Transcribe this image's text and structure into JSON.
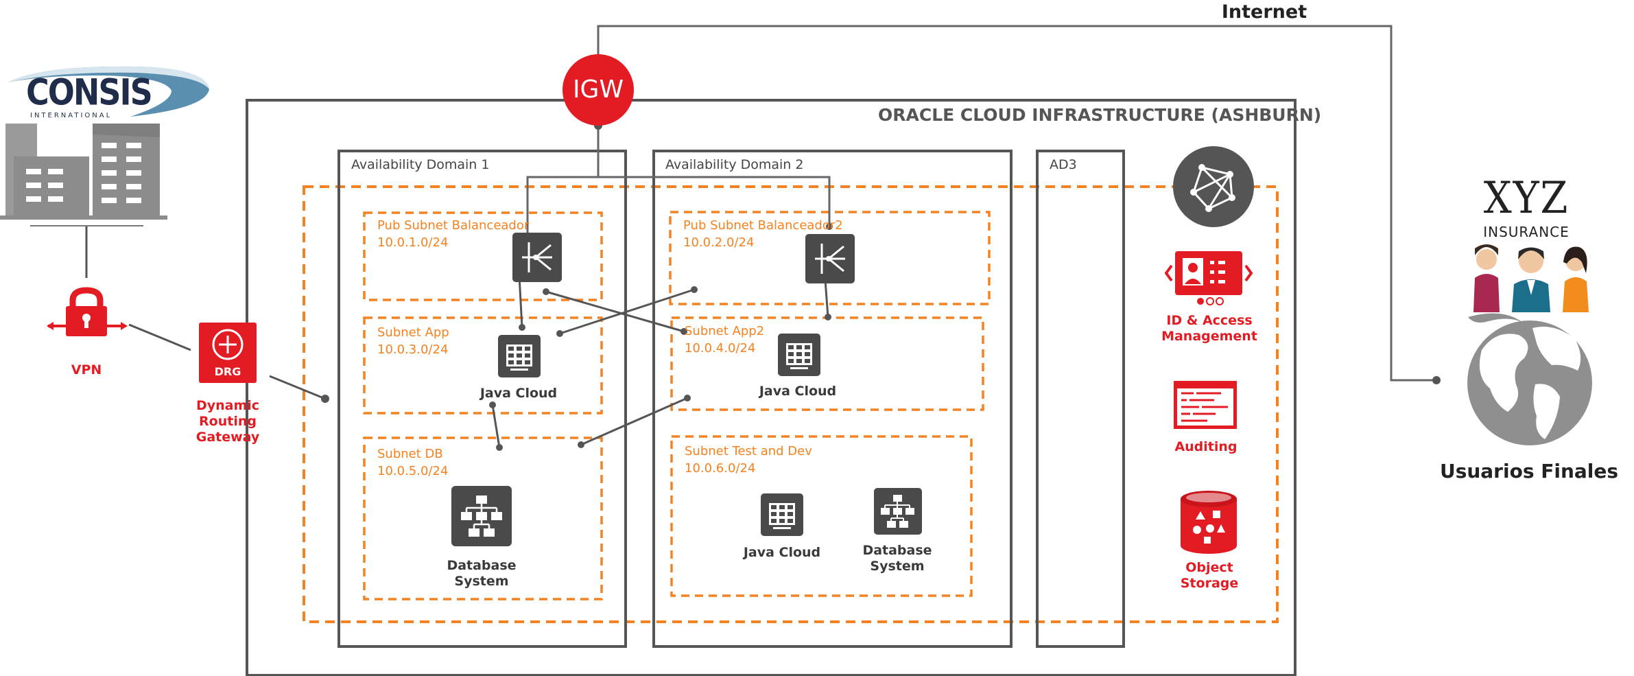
{
  "internet_label": "Internet",
  "igw_label": "IGW",
  "oci_title": "ORACLE CLOUD INFRASTRUCTURE (ASHBURN)",
  "availability_domains": [
    "Availability Domain 1",
    "Availability Domain 2",
    "AD3"
  ],
  "subnets": [
    {
      "name": "Pub Subnet Balanceador",
      "cidr": "10.0.1.0/24"
    },
    {
      "name": "Subnet App",
      "cidr": "10.0.3.0/24"
    },
    {
      "name": "Subnet DB",
      "cidr": "10.0.5.0/24"
    },
    {
      "name": "Pub Subnet Balanceador2",
      "cidr": "10.0.2.0/24"
    },
    {
      "name": "Subnet App2",
      "cidr": "10.0.4.0/24"
    },
    {
      "name": "Subnet Test and Dev",
      "cidr": "10.0.6.0/24"
    }
  ],
  "services": {
    "java_cloud": "Java Cloud",
    "database_line1": "Database",
    "database_line2": "System"
  },
  "left": {
    "logo_text": "CONSIS",
    "logo_subtext": "INTERNATIONAL",
    "vpn_label": "VPN",
    "drg_tile": "DRG",
    "drg_label_lines": [
      "Dynamic",
      "Routing",
      "Gateway"
    ]
  },
  "right_services": {
    "iam_lines": [
      "ID & Access",
      "Management"
    ],
    "auditing": "Auditing",
    "storage_lines": [
      "Object",
      "Storage"
    ]
  },
  "users": {
    "logo_text": "XYZ",
    "logo_subtext": "INSURANCE",
    "label": "Usuarios Finales"
  },
  "colors": {
    "orange": "#f58220",
    "red": "#e31b23",
    "dark_gray": "#4a4a4a",
    "line_gray": "#555555"
  },
  "icons": [
    "building-icon",
    "vpn-lock-icon",
    "drg-icon",
    "igw-icon",
    "load-balancer-icon",
    "java-cloud-icon",
    "database-system-icon",
    "network-mesh-icon",
    "iam-icon",
    "auditing-icon",
    "object-storage-icon",
    "people-icon",
    "globe-icon"
  ]
}
